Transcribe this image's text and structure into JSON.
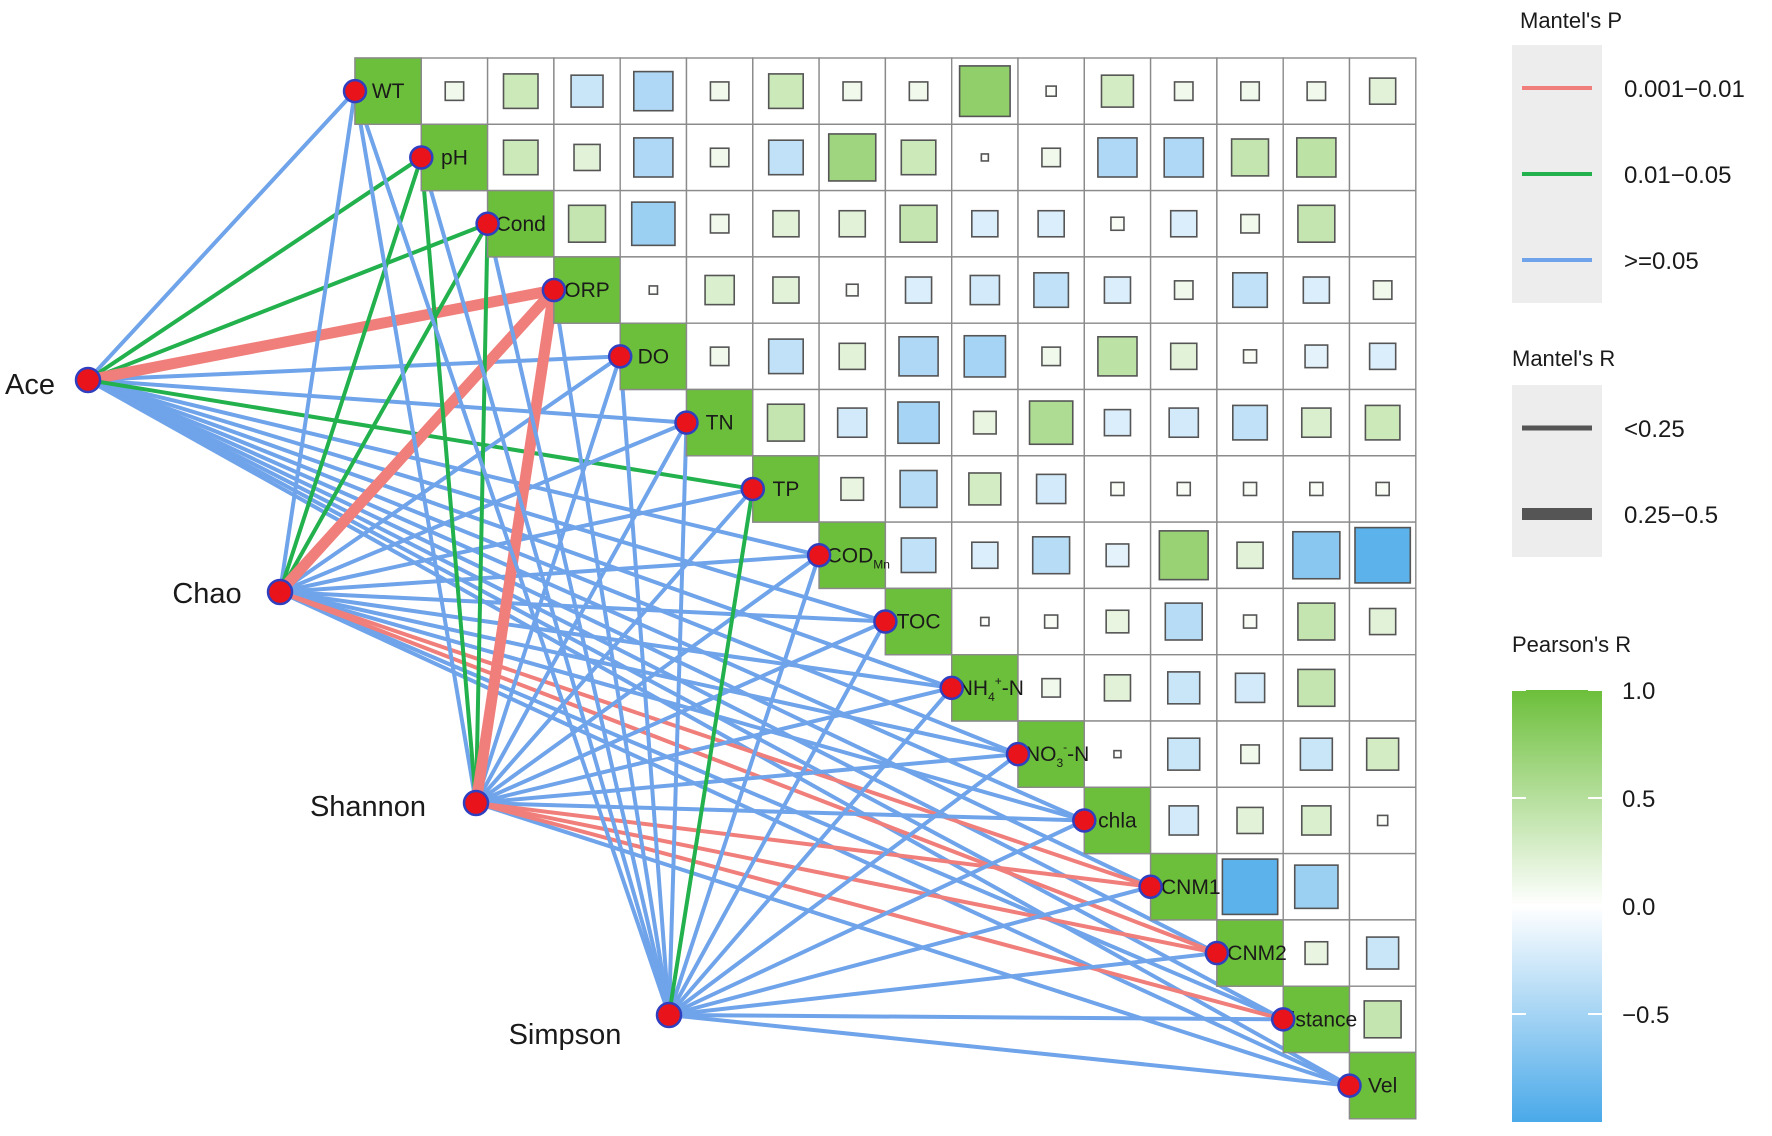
{
  "chart_data": {
    "type": "heatmap",
    "variables": [
      {
        "label": "WT",
        "sub": "",
        "sup": "",
        "tail": ""
      },
      {
        "label": "pH",
        "sub": "",
        "sup": "",
        "tail": ""
      },
      {
        "label": "Cond",
        "sub": "",
        "sup": "",
        "tail": ""
      },
      {
        "label": "ORP",
        "sub": "",
        "sup": "",
        "tail": ""
      },
      {
        "label": "DO",
        "sub": "",
        "sup": "",
        "tail": ""
      },
      {
        "label": "TN",
        "sub": "",
        "sup": "",
        "tail": ""
      },
      {
        "label": "TP",
        "sub": "",
        "sup": "",
        "tail": ""
      },
      {
        "label": "COD",
        "sub": "Mn",
        "sup": "",
        "tail": ""
      },
      {
        "label": "TOC",
        "sub": "",
        "sup": "",
        "tail": ""
      },
      {
        "label": "NH",
        "sub": "4",
        "sup": "+",
        "tail": "-N"
      },
      {
        "label": "NO",
        "sub": "3",
        "sup": "-",
        "tail": "-N"
      },
      {
        "label": "chla",
        "sub": "",
        "sup": "",
        "tail": ""
      },
      {
        "label": "PCNM1",
        "sub": "",
        "sup": "",
        "tail": ""
      },
      {
        "label": "PCNM2",
        "sub": "",
        "sup": "",
        "tail": ""
      },
      {
        "label": "Distance",
        "sub": "",
        "sup": "",
        "tail": ""
      },
      {
        "label": "Vel",
        "sub": "",
        "sup": "",
        "tail": ""
      }
    ],
    "pearson_r": [
      [
        0.1,
        0.35,
        -0.3,
        -0.45,
        0.1,
        0.35,
        0.1,
        0.1,
        0.75,
        0.03,
        0.3,
        0.1,
        0.1,
        0.1,
        0.2
      ],
      [
        0.35,
        0.2,
        -0.45,
        0.1,
        -0.35,
        0.65,
        0.35,
        0.01,
        0.1,
        -0.45,
        -0.45,
        0.4,
        0.45
      ],
      [
        0.4,
        -0.55,
        0.1,
        0.2,
        0.2,
        0.4,
        -0.2,
        -0.2,
        0.05,
        -0.2,
        0.1,
        0.4
      ],
      [
        0.02,
        0.25,
        0.2,
        0.04,
        -0.2,
        -0.25,
        -0.35,
        -0.2,
        0.1,
        -0.35,
        -0.2,
        0.1
      ],
      [
        0.1,
        -0.35,
        0.2,
        -0.45,
        -0.5,
        0.1,
        0.45,
        0.2,
        0.05,
        -0.15,
        -0.2
      ],
      [
        0.4,
        -0.25,
        -0.5,
        0.15,
        0.55,
        -0.2,
        -0.25,
        -0.35,
        0.25,
        0.35
      ],
      [
        0.15,
        -0.4,
        0.3,
        -0.25,
        0.05,
        0.05,
        0.05,
        0.05,
        0.05
      ],
      [
        -0.35,
        -0.2,
        -0.4,
        -0.15,
        0.7,
        0.2,
        -0.65,
        -0.9
      ],
      [
        0.02,
        0.05,
        0.15,
        -0.4,
        0.05,
        0.4,
        0.2
      ],
      [
        0.1,
        0.2,
        -0.3,
        -0.25,
        0.4
      ],
      [
        0.01,
        -0.3,
        0.1,
        -0.3,
        0.3
      ],
      [
        -0.25,
        0.2,
        0.25,
        0.03
      ],
      [
        -0.9,
        -0.55
      ],
      [
        0.15,
        -0.3
      ],
      [
        0.4
      ]
    ],
    "mantel_nodes": [
      "Ace",
      "Chao",
      "Shannon",
      "Simpson"
    ],
    "mantel_links": [
      {
        "from": "Ace",
        "p_class": [
          ">=0.05",
          "0.01-0.05",
          "0.01-0.05",
          "0.001-0.01",
          ">=0.05",
          ">=0.05",
          "0.01-0.05",
          ">=0.05",
          ">=0.05",
          ">=0.05",
          ">=0.05",
          ">=0.05",
          ">=0.05",
          ">=0.05",
          ">=0.05",
          ">=0.05"
        ],
        "r_class": [
          "<0.25",
          "<0.25",
          "<0.25",
          "0.25-0.5",
          "<0.25",
          "<0.25",
          "<0.25",
          "<0.25",
          "<0.25",
          "<0.25",
          "<0.25",
          "<0.25",
          "<0.25",
          "<0.25",
          "<0.25",
          "<0.25"
        ]
      },
      {
        "from": "Chao",
        "p_class": [
          ">=0.05",
          "0.01-0.05",
          "0.01-0.05",
          "0.001-0.01",
          ">=0.05",
          ">=0.05",
          ">=0.05",
          ">=0.05",
          ">=0.05",
          ">=0.05",
          ">=0.05",
          ">=0.05",
          "0.001-0.01",
          "0.001-0.01",
          ">=0.05",
          ">=0.05"
        ],
        "r_class": [
          "<0.25",
          "<0.25",
          "<0.25",
          "0.25-0.5",
          "<0.25",
          "<0.25",
          "<0.25",
          "<0.25",
          "<0.25",
          "<0.25",
          "<0.25",
          "<0.25",
          "<0.25",
          "<0.25",
          "<0.25",
          "<0.25"
        ]
      },
      {
        "from": "Shannon",
        "p_class": [
          ">=0.05",
          "0.01-0.05",
          "0.01-0.05",
          "0.001-0.01",
          ">=0.05",
          ">=0.05",
          ">=0.05",
          ">=0.05",
          ">=0.05",
          ">=0.05",
          ">=0.05",
          ">=0.05",
          "0.001-0.01",
          "0.001-0.01",
          "0.001-0.01",
          ">=0.05"
        ],
        "r_class": [
          "<0.25",
          "<0.25",
          "<0.25",
          "0.25-0.5",
          "<0.25",
          "<0.25",
          "<0.25",
          "<0.25",
          "<0.25",
          "<0.25",
          "<0.25",
          "<0.25",
          "<0.25",
          "<0.25",
          "<0.25",
          "<0.25"
        ]
      },
      {
        "from": "Simpson",
        "p_class": [
          ">=0.05",
          ">=0.05",
          ">=0.05",
          ">=0.05",
          ">=0.05",
          ">=0.05",
          "0.01-0.05",
          ">=0.05",
          ">=0.05",
          ">=0.05",
          ">=0.05",
          ">=0.05",
          ">=0.05",
          ">=0.05",
          ">=0.05",
          ">=0.05"
        ],
        "r_class": [
          "<0.25",
          "<0.25",
          "<0.25",
          "<0.25",
          "<0.25",
          "<0.25",
          "<0.25",
          "<0.25",
          "<0.25",
          "<0.25",
          "<0.25",
          "<0.25",
          "<0.25",
          "<0.25",
          "<0.25",
          "<0.25"
        ]
      }
    ],
    "legend": {
      "mantel_p": {
        "title": "Mantel's P",
        "items": [
          {
            "label": "0.001−0.01",
            "key": "0.001-0.01",
            "color": "#f07f7b"
          },
          {
            "label": "0.01−0.05",
            "key": "0.01-0.05",
            "color": "#22b14c"
          },
          {
            "label": ">=0.05",
            "key": ">=0.05",
            "color": "#6fa3ea"
          }
        ]
      },
      "mantel_r": {
        "title": "Mantel's R",
        "items": [
          {
            "label": "<0.25",
            "key": "<0.25"
          },
          {
            "label": "0.25−0.5",
            "key": "0.25-0.5"
          }
        ]
      },
      "pearson_r": {
        "title": "Pearson's R",
        "ticks": [
          {
            "value": 1.0,
            "label": "1.0"
          },
          {
            "value": 0.5,
            "label": "0.5"
          },
          {
            "value": 0.0,
            "label": "0.0"
          },
          {
            "value": -0.5,
            "label": "−0.5"
          }
        ],
        "range": [
          -1.0,
          1.0
        ]
      }
    },
    "colors": {
      "positive": "#6cbf3a",
      "negative": "#4aa9e9",
      "neutral": "#ffffff",
      "diagonal_fill": "#6cbf3a",
      "node_fill": "#e8131b",
      "node_stroke": "#2f3fbf"
    }
  }
}
